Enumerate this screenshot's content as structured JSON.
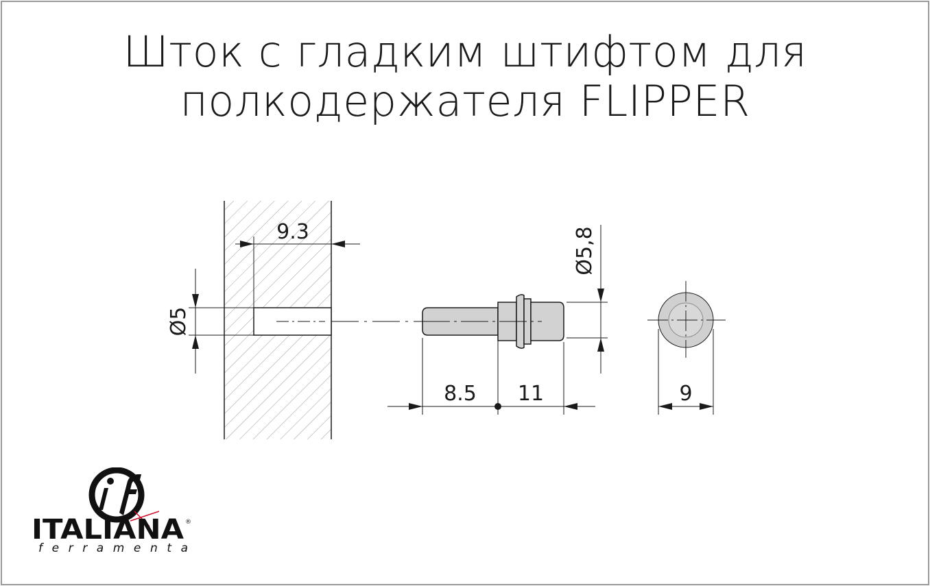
{
  "title": {
    "line1": "Шток с гладким штифтом для",
    "line2": "полкодержателя FLIPPER"
  },
  "dimensions": {
    "depth": "9.3",
    "hole_diameter": "Ø5",
    "collar_diameter": "Ø5,8",
    "pin_length": "8.5",
    "shank_length": "11",
    "head_diameter": "9"
  },
  "logo": {
    "name": "ITALIANA",
    "sub": "ferramenta",
    "registered": "®",
    "accent_color": "#c8102e"
  },
  "colors": {
    "frame": "#9a9a9a",
    "line": "#1a1a1a",
    "part_fill": "#d2d2d2",
    "head_fill": "#cfcfcf"
  }
}
